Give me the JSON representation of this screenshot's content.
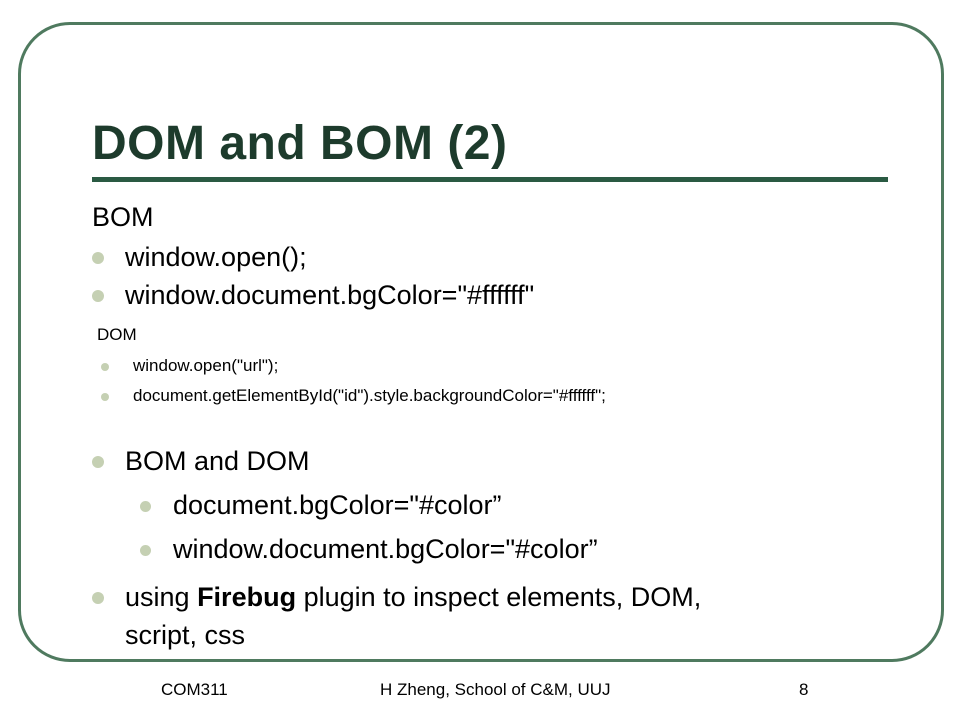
{
  "slide": {
    "title": "DOM and BOM (2)",
    "bom": {
      "heading": "BOM",
      "items": [
        "window.open();",
        "window.document.bgColor=\"#ffffff\""
      ]
    },
    "dom": {
      "heading": "DOM",
      "items": [
        "window.open(\"url\");",
        "document.getElementById(\"id\").style.backgroundColor=\"#ffffff\";"
      ]
    },
    "bom_and_dom": {
      "label": "BOM and DOM",
      "items": [
        "document.bgColor=\"#color”",
        "window.document.bgColor=\"#color”"
      ]
    },
    "firebug": {
      "prefix": "using ",
      "bold": "Firebug",
      "suffix": " plugin to inspect elements, DOM,",
      "line2": "script, css"
    }
  },
  "footer": {
    "course": "COM311",
    "author": "H Zheng, School of C&M, UUJ",
    "page": "8"
  },
  "colors": {
    "title": "#1d3b2c",
    "frame": "#4f7a5f",
    "rule": "#2a5a43",
    "bullet": "#c5d0b3"
  }
}
